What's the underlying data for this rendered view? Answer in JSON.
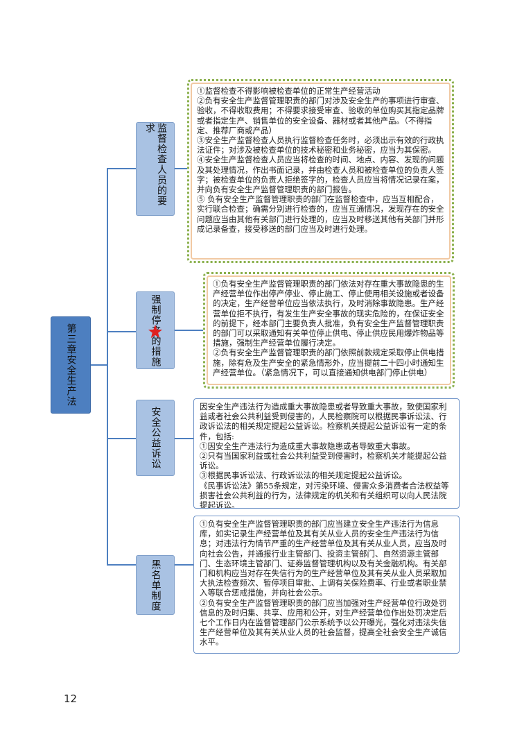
{
  "root": {
    "label": "第三章安全生产法"
  },
  "branches": [
    {
      "label": "监督检查人员的要求",
      "content": [
        "①监督检查不得影响被检查单位的正常生产经营活动",
        "②负有安全生产监督管理职责的部门对涉及安全生产的事项进行审查、验收，不得收取费用；不得要求接受审查、验收的单位购买其指定品牌或者指定生产、销售单位的安全设备、器材或者其他产品。（不得指定、推荐厂商或产品）",
        "③安全生产监督检查人员执行监督检查任务时，必须出示有效的行政执法证件；对涉及被检查单位的技术秘密和业务秘密，应当为其保密。",
        "④安全生产监督检查人员应当将检查的时间、地点、内容、发现的问题及其处理情况，作出书面记录，并由检查人员和被检查单位的负责人签字；被检查单位的负责人拒绝签字的，检查人员应当将情况记录在案，并向负有安全生产监督管理职责的部门报告。",
        "⑤ 负有安全生产监督管理职责的部门在监督检查中，应当互相配合，实行联合检查；确需分别进行检查的，应当互通情况，发现存在的安全问题应当由其他有关部门进行处理的，应当及时移送其他有关部门并形成记录备查，接受移送的部门应当及时进行处理。"
      ]
    },
    {
      "label": "强制停产的措施",
      "content": [
        "①负有安全生产监督管理职责的部门依法对存在重大事故隐患的生产经营单位作出停产停业、停止施工、停止使用相关设施或者设备的决定，生产经营单位应当依法执行，及时消除事故隐患。生产经营单位拒不执行，有发生生产安全事故的现实危险的，在保证安全的前提下，经本部门主要负责人批准，负有安全生产监督管理职责的部门可以采取通知有关单位停止供电、停止供应民用爆炸物品等措施，强制生产经营单位履行决定。",
        "②负有安全生产监督管理职责的部门依照前款规定采取停止供电措施，除有危及生产安全的紧急情形外，应当提前二十四小时通知生产经营单位。（紧急情况下，可以直接通知供电部门停止供电）"
      ]
    },
    {
      "label": "安全公益诉讼",
      "content": [
        "因安全生产违法行为造成重大事故隐患或者导致重大事故，致使国家利益或者社会公共利益受到侵害的，人民检察院可以根据民事诉讼法、行政诉讼法的相关规定提起公益诉讼。检察机关提起公益诉讼有一定的条件，包括:",
        "①因安全生产违法行为造成重大事故隐患或者导致重大事故。",
        "②只有当国家利益或社会公共利益受到侵害时，检察机关才能提起公益诉讼。",
        "③根据民事诉讼法、行政诉讼法的相关规定提起公益诉讼。",
        "《民事诉讼法》第55条规定，对污染环境、侵害众多消费者合法权益等损害社会公共利益的行为，法律规定的机关和有关组织可以向人民法院提起诉讼。"
      ]
    },
    {
      "label": "黑名单制度",
      "content": [
        "①负有安全生产监督管理职责的部门应当建立安全生产违法行为信息库，如实记录生产经营单位及其有关从业人员的安全生产违法行为信息；对违法行为情节严重的生产经营单位及其有关从业人员，应当及时向社会公告，并通报行业主管部门、投资主管部门、自然资源主管部门、生态环境主管部门、证券监督管理机构以及有关金融机构。有关部门和机构应当对存在失信行为的生产经营单位及其有关从业人员采取加大执法检查频次、暂停项目审批、上调有关保险费率、行业或者职业禁入等联合惩戒措施，并向社会公示。",
        "②负有安全生产监督管理职责的部门应当加强对生产经营单位行政处罚信息的及时归集、共享、应用和公开，对生产经营单位作出处罚决定后七个工作日内在监督管理部门公示系统予以公开曝光，强化对违法失信生产经营单位及其有关从业人员的社会监督，提高全社会安全生产诚信水平。"
      ]
    }
  ],
  "page_number": "12",
  "colors": {
    "root_fill": "#4d7fc0",
    "branch_fill": "#a9c2e3",
    "connector": "#4d7fc0",
    "dotted_border": "#8bb04d",
    "inner_border": "#f1c9a3",
    "star": "#e02020"
  }
}
